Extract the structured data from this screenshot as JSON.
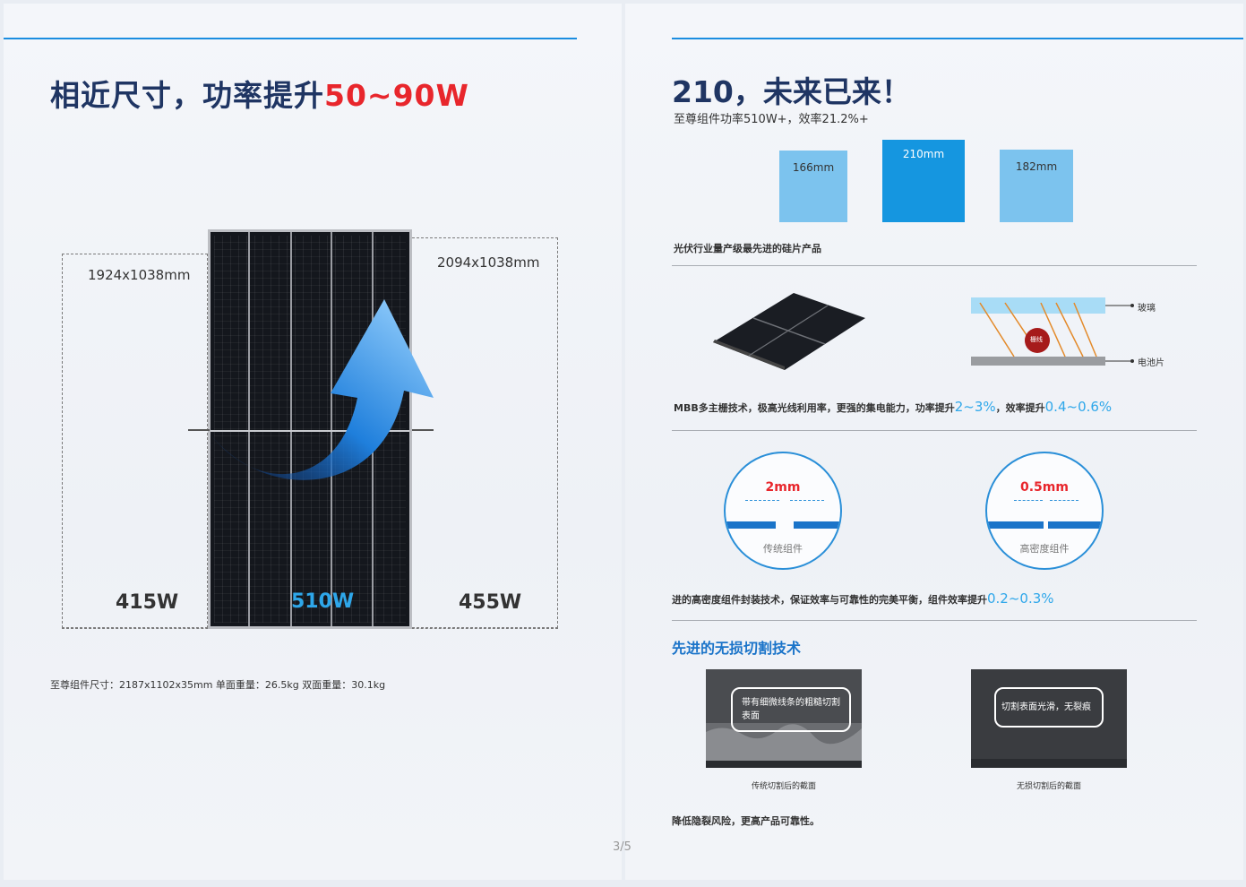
{
  "left": {
    "title_main": "相近尺寸，功率提升",
    "title_accent": "50~90W",
    "dim_small": "1924x1038mm",
    "dim_large": "2094x1038mm",
    "watt_left": "415W",
    "watt_center": "510W",
    "watt_right": "455W",
    "spec": "至尊组件尺寸：2187x1102x35mm  单面重量：26.5kg  双面重量：30.1kg"
  },
  "right": {
    "title": "210，未来已来！",
    "subtitle": "至尊组件功率510W+，效率21.2%+",
    "wafers": [
      {
        "label": "166mm"
      },
      {
        "label": "210mm"
      },
      {
        "label": "182mm"
      }
    ],
    "wafer_caption": "光伏行业量产级最先进的硅片产品",
    "glass_label_top": "玻璃",
    "glass_label_bottom": "电池片",
    "glass_label_wire": "栅线",
    "mbb_caption": "MBB多主栅技术，极高光线利用率，更强的集电能力，功率提升",
    "mbb_hl1": "2~3%",
    "mbb_mid": "，效率提升",
    "mbb_hl2": "0.4~0.6%",
    "circle1_gap": "2mm",
    "circle1_label": "传统组件",
    "circle2_gap": "0.5mm",
    "circle2_label": "高密度组件",
    "density_caption": "进的高密度组件封装技术，保证效率与可靠性的完美平衡，组件效率提升",
    "density_hl": "0.2~0.3%",
    "section_title": "先进的无损切割技术",
    "bubble1": "带有细微线条的粗糙切割表面",
    "bubble2": "切割表面光滑，无裂痕",
    "cut_caption1": "传统切割后的截面",
    "cut_caption2": "无损切割后的截面",
    "bottom_note": "降低隐裂风险，更高产品可靠性。"
  },
  "page_number": "3/5"
}
